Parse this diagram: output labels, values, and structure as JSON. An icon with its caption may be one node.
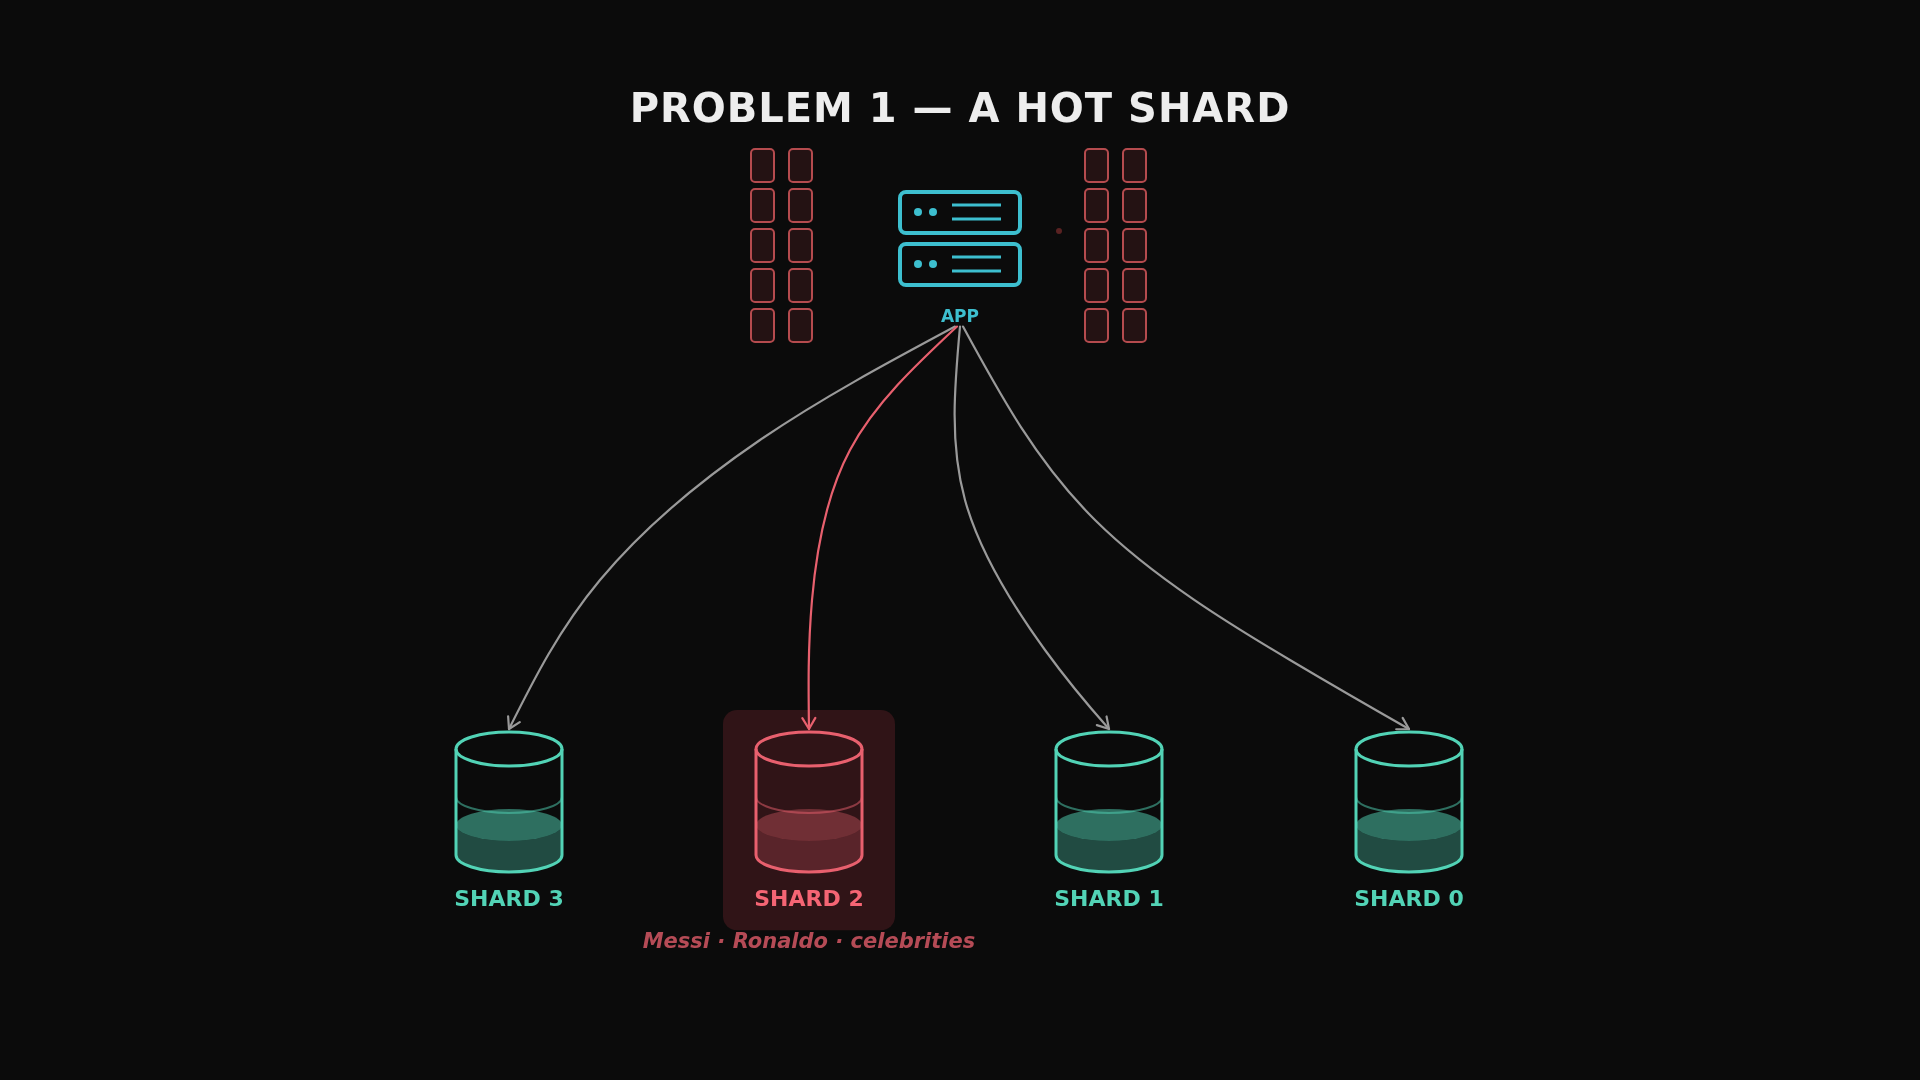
{
  "diagram": {
    "title": "PROBLEM 1 — A HOT SHARD",
    "nodes": [
      {
        "text": [
          "APP"
        ]
      },
      {
        "text": [
          "SHARD 3"
        ]
      },
      {
        "text": [
          "SHARD 2"
        ],
        "beside": [
          "Messi · Ronaldo · celebrities"
        ]
      },
      {
        "text": [
          "SHARD 1"
        ]
      },
      {
        "text": [
          "SHARD 0"
        ]
      }
    ],
    "edges": [
      {
        "from": 0,
        "to": 1,
        "arrow": "to"
      },
      {
        "from": 0,
        "to": 2,
        "arrow": "to",
        "color": "#e8606e"
      },
      {
        "from": 0,
        "to": 3,
        "arrow": "to"
      },
      {
        "from": 0,
        "to": 4,
        "arrow": "to"
      }
    ]
  }
}
